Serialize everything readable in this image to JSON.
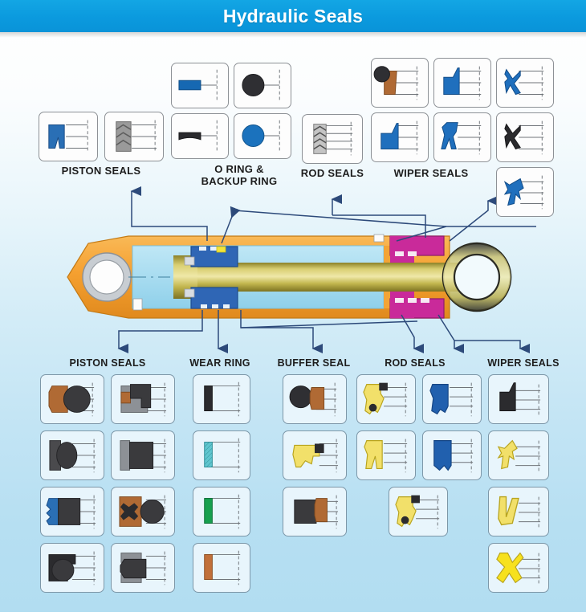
{
  "banner": {
    "title": "Hydraulic Seals",
    "background_color": "#0b9ade",
    "text_color": "#ffffff"
  },
  "page": {
    "background_top_color": "#ffffff",
    "background_bottom_color": "#b2ddf1",
    "leader_line_color": "#2d4a7a"
  },
  "top_groups": [
    {
      "id": "piston-seals",
      "caption": "PISTON SEALS",
      "cells": [
        {
          "id": "piston-u-cup",
          "icon": "seal-u-cup-blue",
          "color": "#2a6fb5"
        },
        {
          "id": "piston-chevron-stack",
          "icon": "seal-chevron-gray",
          "color": "#9a9a9a"
        }
      ]
    },
    {
      "id": "o-ring-backup-ring",
      "caption": "O RING &\nBACKUP RING",
      "cells": [
        {
          "id": "backup-ring-blue",
          "icon": "seal-rect-blue",
          "color": "#1668b2"
        },
        {
          "id": "o-ring-black",
          "icon": "seal-circle-dark",
          "color": "#2f2f33"
        },
        {
          "id": "backup-ring-black",
          "icon": "seal-wave-dark",
          "color": "#2a2a2d"
        },
        {
          "id": "o-ring-blue",
          "icon": "seal-circle-blue",
          "color": "#1b72bd"
        }
      ]
    },
    {
      "id": "rod-seals-top",
      "caption": "ROD SEALS",
      "cells": [
        {
          "id": "rod-vee-packing",
          "icon": "seal-vee-stack-gray",
          "color": "#8f8f8f"
        }
      ]
    },
    {
      "id": "wiper-seals-top",
      "caption": "WIPER SEALS",
      "cells": [
        {
          "id": "wiper-oring-brown",
          "icon": "seal-oring-plus-brown",
          "color": "#b06a34"
        },
        {
          "id": "wiper-wedge-blue-1",
          "icon": "seal-wedge-blue",
          "color": "#1f6fbd"
        },
        {
          "id": "wiper-double-lip-blue-1",
          "icon": "seal-double-lip-blue",
          "color": "#1f6fbd"
        },
        {
          "id": "wiper-block-blue",
          "icon": "seal-block-blue",
          "color": "#1f6fbd"
        },
        {
          "id": "wiper-double-lip-blue-2",
          "icon": "seal-double-lip-blue",
          "color": "#1f6fbd"
        },
        {
          "id": "wiper-double-lip-black",
          "icon": "seal-double-lip-dark",
          "color": "#2a2a2d"
        },
        {
          "id": "wiper-scraper-blue",
          "icon": "seal-scraper-blue",
          "color": "#1f6fbd"
        }
      ]
    }
  ],
  "cylinder": {
    "label": "hydraulic cylinder cutaway",
    "body_color": "#F5A030",
    "chamber_color": "#a8dcf0",
    "rod_color": "#b8aa44",
    "piston_color": "#2f66b5",
    "gland_color": "#c92a9a",
    "bush_color": "#c8cdd2",
    "accent_color": "#f3e43a"
  },
  "bottom_groups": [
    {
      "id": "piston-seals-bottom",
      "caption": "PISTON SEALS",
      "cells": [
        {
          "id": "ps-1",
          "icon": "seal-oring-brown-block"
        },
        {
          "id": "ps-2",
          "icon": "seal-stepped-gray-brown"
        },
        {
          "id": "ps-3",
          "icon": "seal-oval-dark"
        },
        {
          "id": "ps-4",
          "icon": "seal-block-dark"
        },
        {
          "id": "ps-5",
          "icon": "seal-ribbed-blue"
        },
        {
          "id": "ps-6",
          "icon": "seal-x-ring-brown"
        },
        {
          "id": "ps-7",
          "icon": "seal-cap-dark"
        },
        {
          "id": "ps-8",
          "icon": "seal-stepped-dark"
        }
      ]
    },
    {
      "id": "wear-ring",
      "caption": "WEAR RING",
      "cells": [
        {
          "id": "wr-1",
          "icon": "strip-dark",
          "color": "#2b2b2e"
        },
        {
          "id": "wr-2",
          "icon": "strip-teal-hatched",
          "color": "#5fc6cf"
        },
        {
          "id": "wr-3",
          "icon": "strip-green",
          "color": "#17a04f"
        },
        {
          "id": "wr-4",
          "icon": "strip-orange",
          "color": "#c1703a"
        }
      ]
    },
    {
      "id": "buffer-seal",
      "caption": "BUFFER SEAL",
      "cells": [
        {
          "id": "bs-1",
          "icon": "seal-oring-brown-step"
        },
        {
          "id": "bs-2",
          "icon": "seal-yellow-lip-black-cap"
        },
        {
          "id": "bs-3",
          "icon": "seal-dark-brown-block"
        }
      ]
    },
    {
      "id": "rod-seals-bottom",
      "caption": "ROD SEALS",
      "cells": [
        {
          "id": "rs-1",
          "icon": "seal-yellow-oring-lip"
        },
        {
          "id": "rs-2",
          "icon": "seal-blue-u-cup"
        },
        {
          "id": "rs-3",
          "icon": "seal-yellow-u-cup"
        },
        {
          "id": "rs-4",
          "icon": "seal-blue-block-lip"
        },
        {
          "id": "rs-5",
          "icon": "seal-yellow-oring-lip-2"
        }
      ]
    },
    {
      "id": "wiper-seals-bottom",
      "caption": "WIPER SEALS",
      "cells": [
        {
          "id": "ws-1",
          "icon": "seal-wedge-dark"
        },
        {
          "id": "ws-2",
          "icon": "seal-yellow-thin-lip"
        },
        {
          "id": "ws-3",
          "icon": "seal-yellow-u-scraper"
        },
        {
          "id": "ws-4",
          "icon": "seal-yellow-x-scraper"
        }
      ]
    }
  ]
}
